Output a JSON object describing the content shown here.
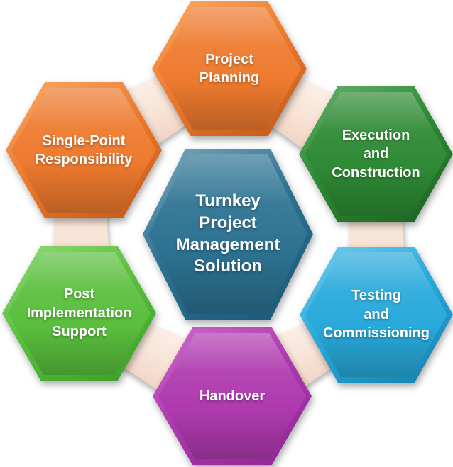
{
  "diagram": {
    "connector_color": {
      "light": "#FDF0E9",
      "main": "#F8E3D6",
      "dark": "#EFD2C2"
    },
    "hexagons": {
      "center": {
        "label": "Turnkey\nProject\nManagement\nSolution",
        "color": {
          "light": "#73A2B6",
          "main": "#2D7292",
          "dark": "#1A5876"
        }
      },
      "project_planning": {
        "label": "Project\nPlanning",
        "color": {
          "light": "#F9A660",
          "main": "#EE7A2E",
          "dark": "#C05A18"
        }
      },
      "execution_construction": {
        "label": "Execution\nand\nConstruction",
        "color": {
          "light": "#61AC67",
          "main": "#2E8A34",
          "dark": "#1B6321"
        }
      },
      "testing_commissioning": {
        "label": "Testing\nand\nCommissioning",
        "color": {
          "light": "#6CCBED",
          "main": "#28A9DB",
          "dark": "#1480B1"
        }
      },
      "handover": {
        "label": "Handover",
        "color": {
          "light": "#C967C9",
          "main": "#AF3AAF",
          "dark": "#8C2694"
        }
      },
      "post_implementation_support": {
        "label": "Post\nImplementation\nSupport",
        "color": {
          "light": "#8CD672",
          "main": "#5ABF3D",
          "dark": "#399F26"
        }
      },
      "single_point_responsibility": {
        "label": "Single-Point\nResponsibility",
        "color": {
          "light": "#F9A660",
          "main": "#EE7A2E",
          "dark": "#C05A18"
        }
      }
    }
  }
}
